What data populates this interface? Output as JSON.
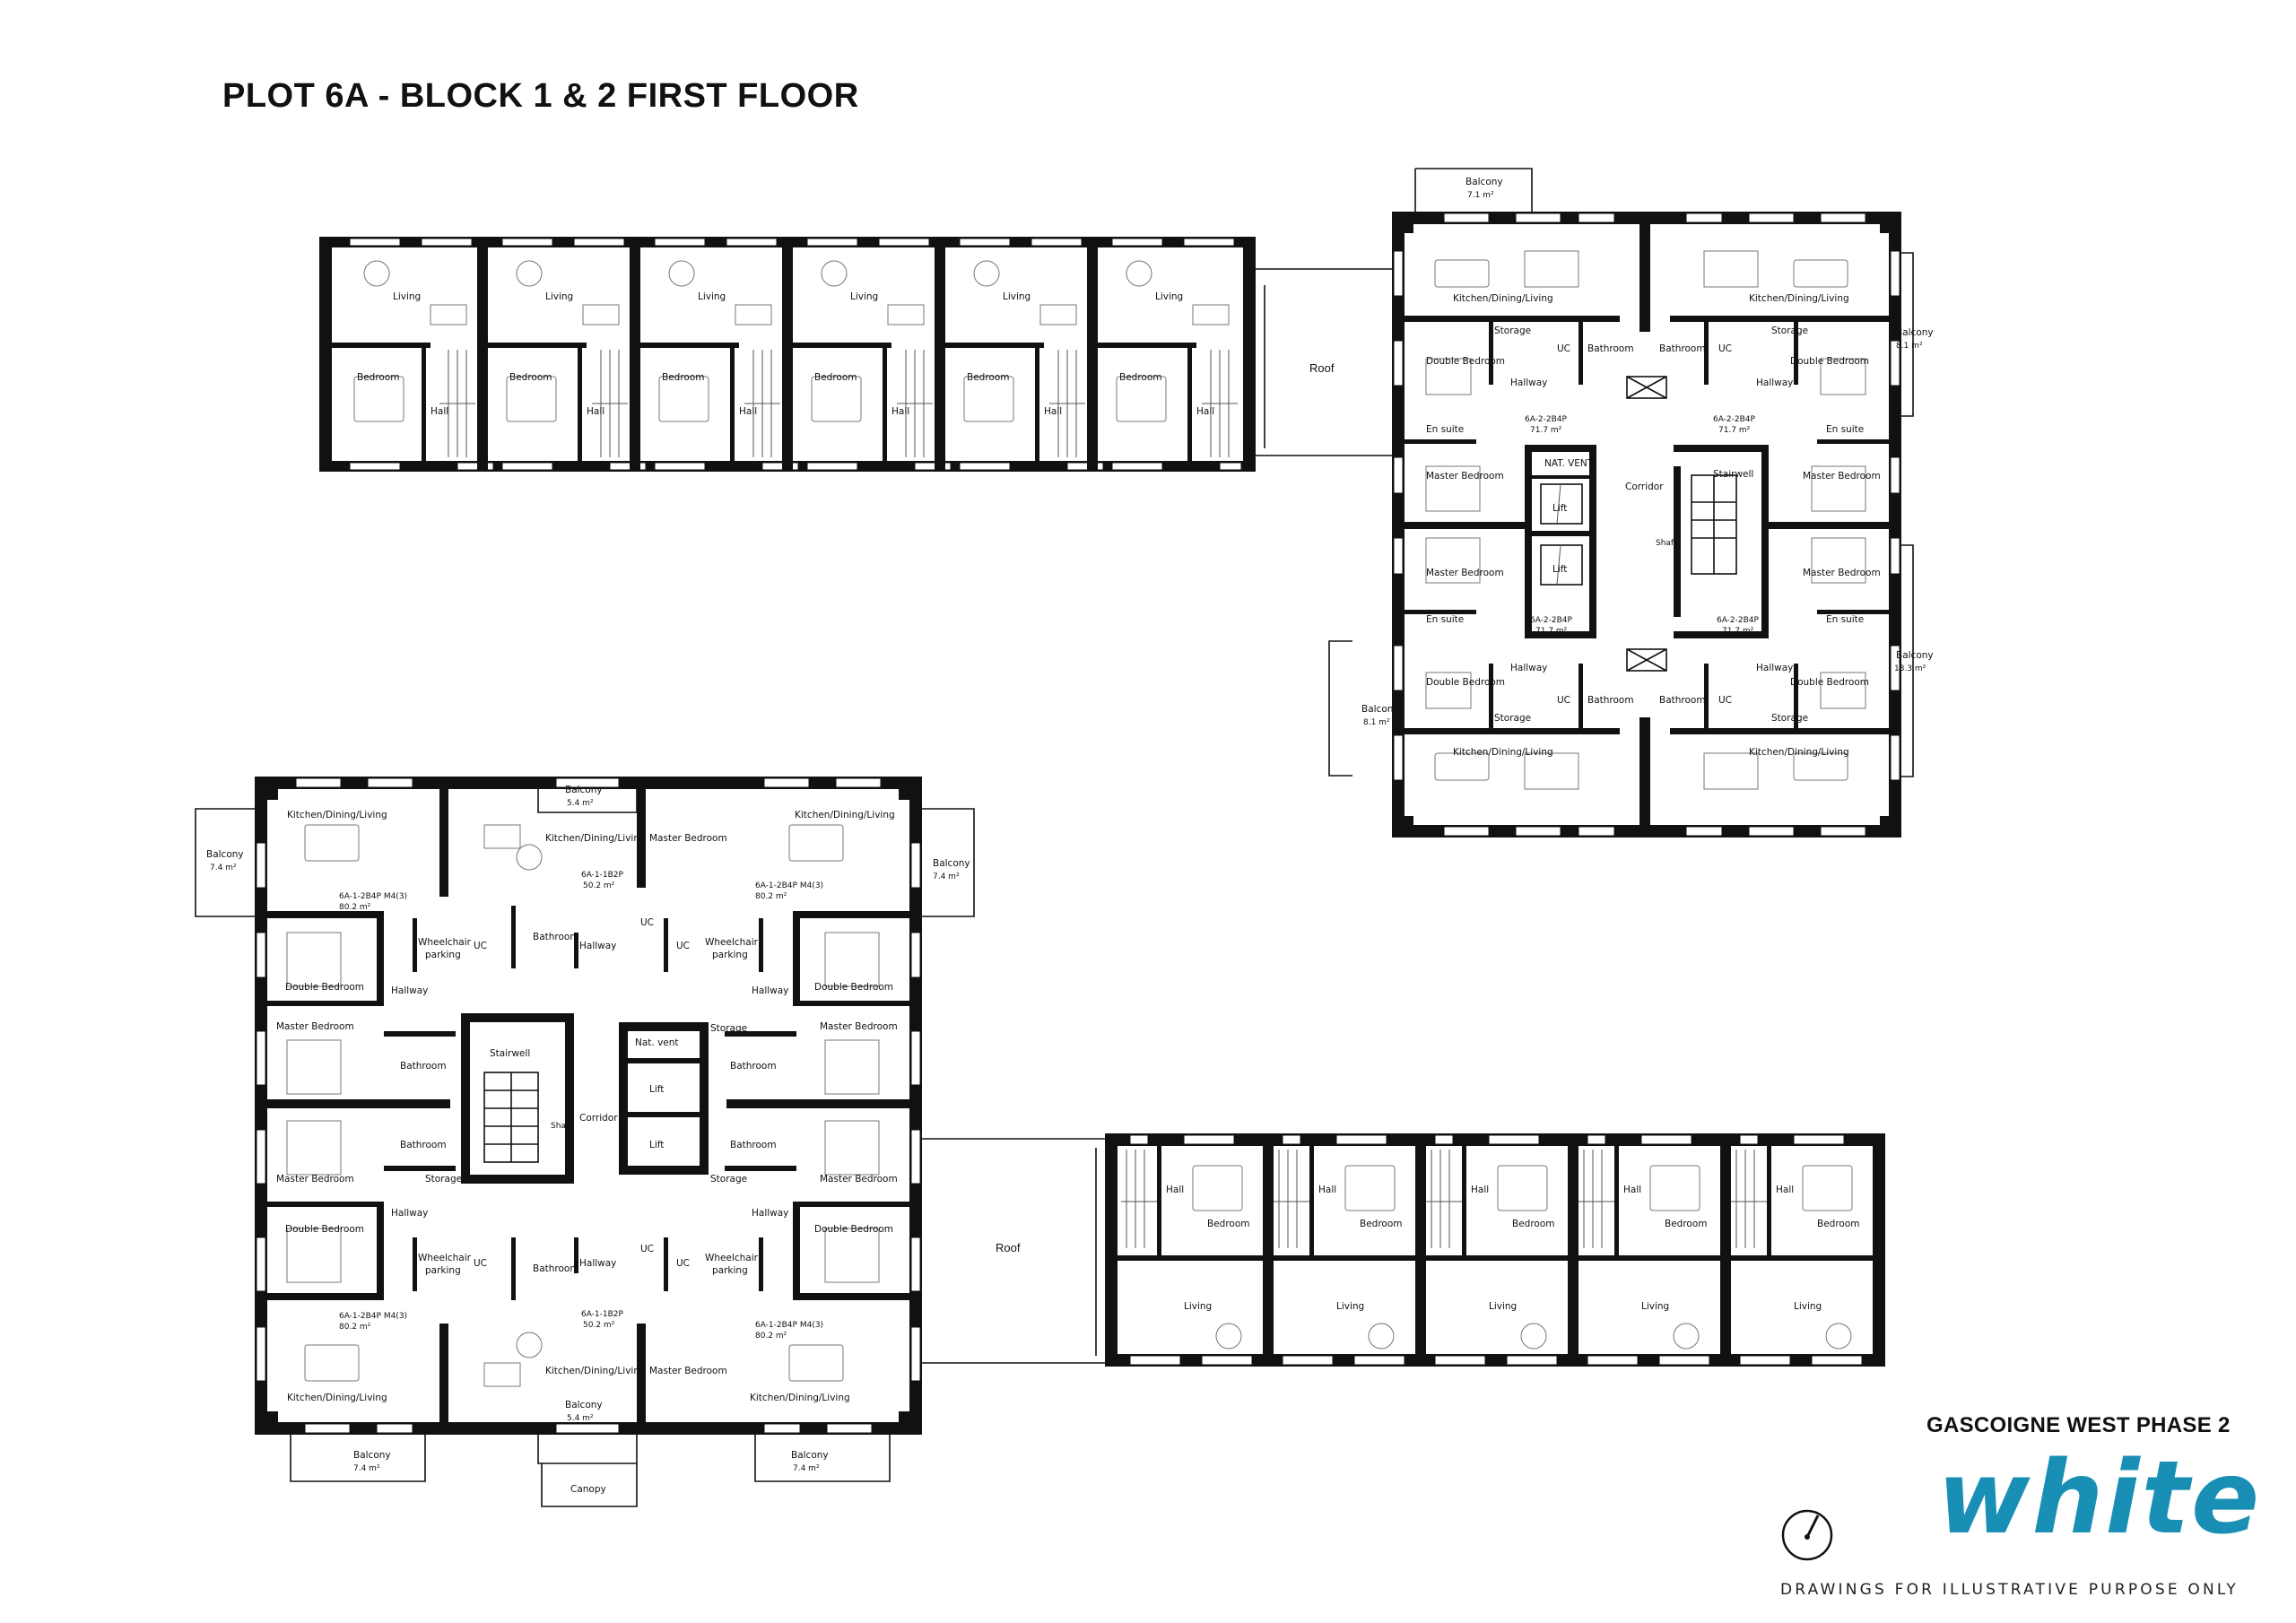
{
  "title": "PLOT 6A - BLOCK 1 & 2 FIRST FLOOR",
  "project": "GASCOIGNE WEST PHASE 2",
  "logo_text": "white",
  "disclaimer": "DRAWINGS FOR ILLUSTRATIVE PURPOSE ONLY",
  "colors": {
    "logo": "#1a8fb5",
    "walls": "#111111",
    "background": "#ffffff"
  },
  "icons": [
    "north-arrow-icon"
  ],
  "roof_label": "Roof",
  "terrace_top": {
    "living": "Living",
    "bedroom": "Bedroom",
    "hall": "Hall"
  },
  "block_tr": {
    "balcony_top": "Balcony",
    "balcony_top_area": "7.1 m²",
    "balcony_right_top": "Balcony",
    "balcony_right_top_area": "8.1 m²",
    "balcony_right_bottom": "Balcony",
    "balcony_right_bottom_area": "13.3 m²",
    "balcony_left": "Balcony",
    "balcony_left_area": "8.1 m²",
    "kdl": "Kitchen/Dining/Living",
    "storage": "Storage",
    "uc": "UC",
    "bathroom": "Bathroom",
    "double_bedroom": "Double Bedroom",
    "hallway": "Hallway",
    "unit_code": "6A-2-2B4P",
    "unit_area": "71.7 m²",
    "en_suite": "En suite",
    "master_bedroom": "Master Bedroom",
    "nat_vent": "NAT. VENT",
    "corridor": "Corridor",
    "stairwell": "Stairwell",
    "lift": "Lift",
    "shaft": "Shaft"
  },
  "block_bl": {
    "kdl": "Kitchen/Dining/Living",
    "balcony": "Balcony",
    "balcony_small_area": "5.4 m²",
    "balcony_side_area": "7.4 m²",
    "unit_code_m4": "6A-1-2B4P M4(3)",
    "unit_area_m4": "80.2 m²",
    "unit_code_1b": "6A-1-1B2P",
    "unit_area_1b": "50.2 m²",
    "master_bedroom": "Master Bedroom",
    "double_bedroom": "Double Bedroom",
    "wheelchair": "Wheelchair",
    "parking": "parking",
    "bathroom": "Bathroom",
    "hallway": "Hallway",
    "uc": "UC",
    "storage": "Storage",
    "stairwell": "Stairwell",
    "nat_vent": "Nat. vent",
    "lift": "Lift",
    "corridor": "Corridor",
    "shaft": "Shaft",
    "canopy": "Canopy"
  },
  "terrace_bottom": {
    "hall": "Hall",
    "bedroom": "Bedroom",
    "living": "Living"
  }
}
